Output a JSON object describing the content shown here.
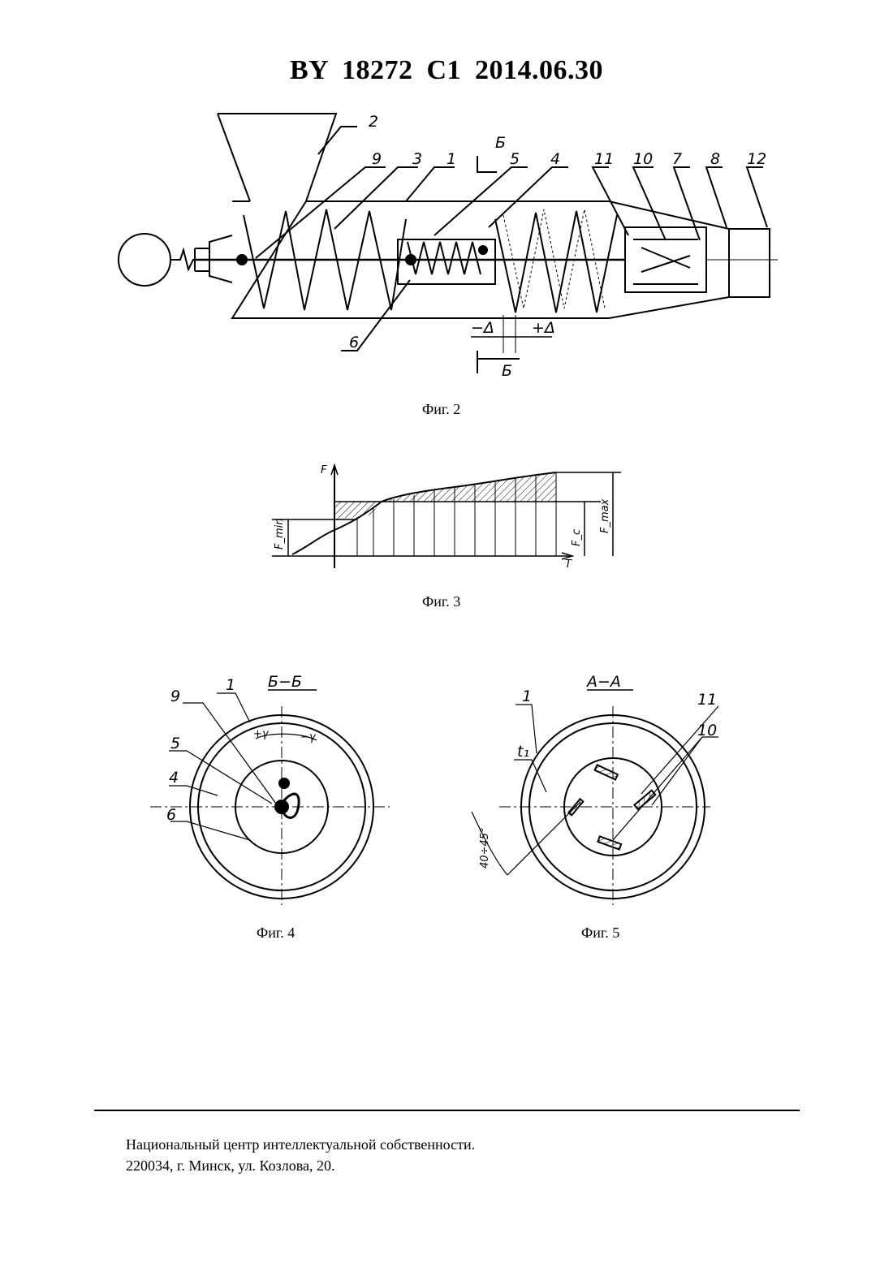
{
  "header": {
    "patent_id": "BY  18272  C1  2014.06.30"
  },
  "figures": [
    {
      "caption": "Фиг. 2",
      "labels": [
        "2",
        "9",
        "3",
        "1",
        "Б",
        "5",
        "4",
        "11",
        "10",
        "7",
        "8",
        "12",
        "6",
        "−Δ",
        "+Δ",
        "Б"
      ]
    },
    {
      "caption": "Фиг. 3",
      "labels": [
        "F",
        "F_min",
        "F_c",
        "F_max",
        "T"
      ]
    },
    {
      "caption": "Фиг. 4",
      "section": "Б−Б",
      "labels": [
        "9",
        "1",
        "5",
        "4",
        "6",
        "+γ",
        "−γ"
      ]
    },
    {
      "caption": "Фиг. 5",
      "section": "A−A",
      "labels": [
        "1",
        "t₁",
        "11",
        "10",
        "40÷45°"
      ]
    }
  ],
  "footer": {
    "line1": "Национальный центр интеллектуальной собственности.",
    "line2": "220034, г. Минск, ул. Козлова, 20."
  }
}
